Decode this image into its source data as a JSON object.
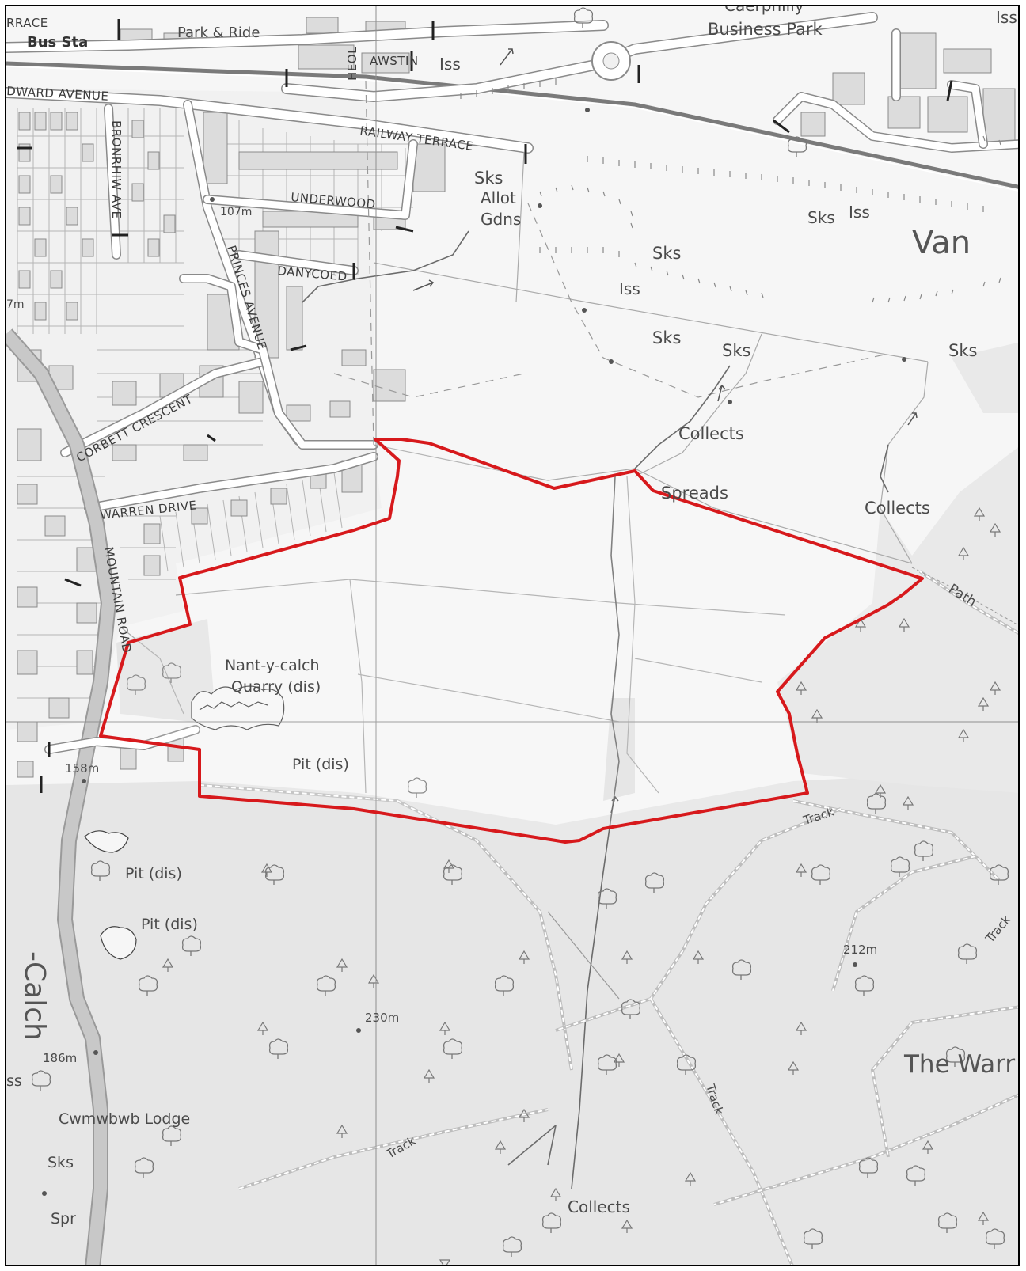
{
  "map": {
    "boundary_color": "#d7191c",
    "labels": {
      "railway_terrace_left": "RRACE",
      "bus_station": "Bus Sta",
      "park_and_ride": "Park & Ride",
      "heol": "HEOL",
      "awstin": "AWSTIN",
      "iss_top_1": "Iss",
      "business_park_top": "Caerphilly",
      "business_park": "Business Park",
      "iss_top_right": "Iss",
      "edward_avenue": "DWARD AVENUE",
      "railway_terrace": "RAILWAY TERRACE",
      "bronrhiw_ave": "BRONRHIW AVE",
      "underwood": "UNDERWOOD",
      "spot_107": "107m",
      "sks_allot": "Sks",
      "allot": "Allot",
      "gdns": "Gdns",
      "sks_1": "Sks",
      "iss_1": "Iss",
      "sks_2": "Sks",
      "iss_2": "Iss",
      "van": "Van",
      "danycoed": "DANYCOED",
      "princes_avenue": "PRINCES AVENUE",
      "m_left": "7m",
      "sks_3": "Sks",
      "sks_4": "Sks",
      "sks_5": "Sks",
      "corbett_crescent": "CORBETT CRESCENT",
      "collects_1": "Collects",
      "spreads": "Spreads",
      "collects_2": "Collects",
      "warren_drive": "WARREN DRIVE",
      "path": "Path",
      "mountain_road": "MOUNTAIN ROAD",
      "quarry_1": "Nant-y-calch",
      "quarry_2": "Quarry (dis)",
      "pit_1": "Pit (dis)",
      "spot_158": "158m",
      "track_1": "Track",
      "pit_2": "Pit (dis)",
      "pit_3": "Pit (dis)",
      "track_2": "Track",
      "spot_212": "212m",
      "calch": "-Calch",
      "spot_230": "230m",
      "spot_186": "186m",
      "ss": "ss",
      "the_warren": "The Warr",
      "track_3": "Track",
      "lodge": "Cwmwbwb Lodge",
      "track_4": "Track",
      "sks_6": "Sks",
      "collects_3": "Collects",
      "spr": "Spr"
    }
  }
}
